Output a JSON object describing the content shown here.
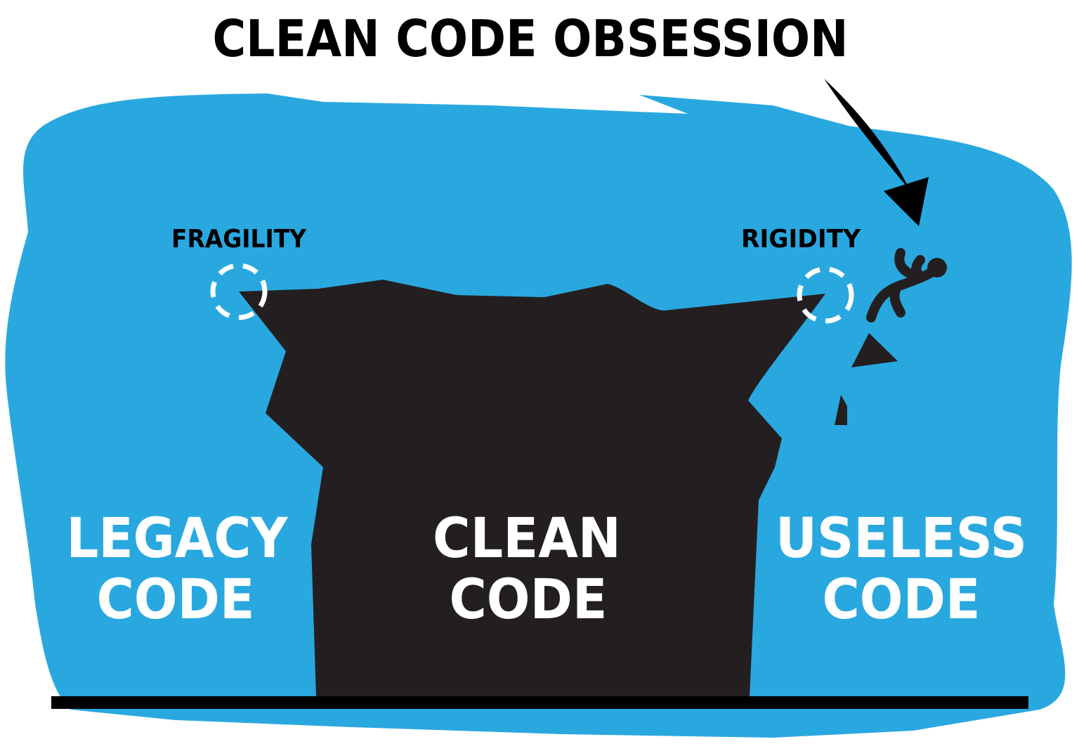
{
  "title": "CLEAN CODE OBSESSION",
  "labels": {
    "fragility": "FRAGILITY",
    "rigidity": "RIGIDITY"
  },
  "zones": {
    "legacy": {
      "line1": "LEGACY",
      "line2": "CODE"
    },
    "clean": {
      "line1": "CLEAN",
      "line2": "CODE"
    },
    "useless": {
      "line1": "USELESS",
      "line2": "CODE"
    }
  },
  "colors": {
    "background": "#29a8e0",
    "cliff": "#231f20",
    "text_light": "#ffffff"
  }
}
